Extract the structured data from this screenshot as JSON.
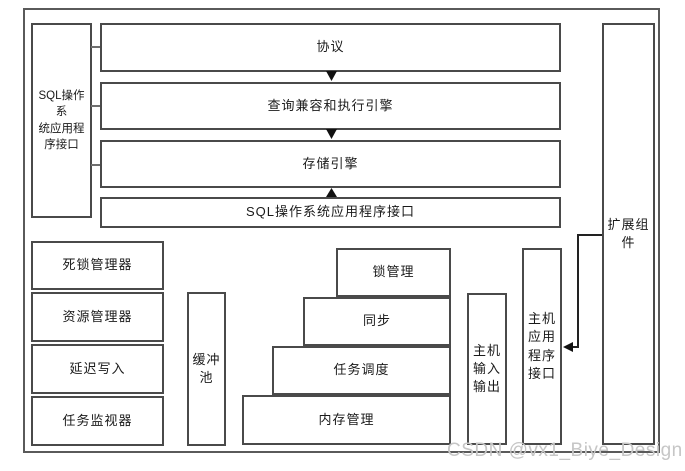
{
  "colors": {
    "background": "#ffffff",
    "box_border": "#4a4a4a",
    "frame_border": "#5a5a5a",
    "arrow": "#111111",
    "watermark": "#c6c6c6"
  },
  "watermark": "CSDN @vx1_Biye_Design",
  "diagram": {
    "left_interface": "SQL操作系\n统应用程\n序接口",
    "rows": [
      {
        "label": "协议"
      },
      {
        "label": "查询兼容和执行引擎"
      },
      {
        "label": "存储引擎"
      },
      {
        "label": "SQL操作系统应用程序接口"
      }
    ],
    "left_column": [
      {
        "label": "死锁管理器"
      },
      {
        "label": "资源管理器"
      },
      {
        "label": "延迟写入"
      },
      {
        "label": "任务监视器"
      }
    ],
    "buffer_pool": "缓冲\n池",
    "steps": [
      {
        "label": "锁管理"
      },
      {
        "label": "同步"
      },
      {
        "label": "任务调度"
      },
      {
        "label": "内存管理"
      }
    ],
    "host_io": "主机\n输入\n输出",
    "host_api": "主机\n应用\n程序\n接口",
    "extension": "扩展组\n件"
  }
}
